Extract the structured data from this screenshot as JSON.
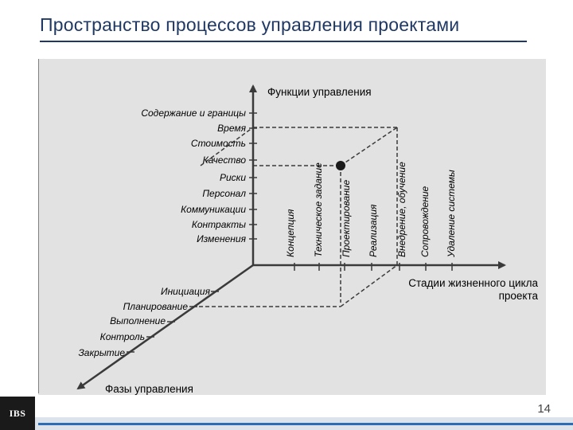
{
  "slide": {
    "title": "Пространство процессов управления проектами",
    "page_number": "14",
    "logo_text": "IBS"
  },
  "axes": {
    "vertical_title": "Функции управления",
    "horizontal_title": "Стадии жизненного цикла проекта",
    "horizontal_title_line1": "Стадии жизненного цикла",
    "horizontal_title_line2": "проекта",
    "diagonal_title": "Фазы управления"
  },
  "functions": [
    "Содержание и границы",
    "Время",
    "Стоимость",
    "Качество",
    "Риски",
    "Персонал",
    "Коммуникации",
    "Контракты",
    "Изменения"
  ],
  "stages": [
    "Концепция",
    "Техническое задание",
    "Проектирование",
    "Реализация",
    "Внедрение, обучение",
    "Сопровождение",
    "Удаление системы"
  ],
  "phases": [
    "Инициация",
    "Планирование",
    "Выполнение",
    "Контроль",
    "Закрытие"
  ],
  "colors": {
    "title": "#1f3864",
    "panel": "#e2e2e2",
    "axis": "#3a3a3a",
    "accent": "#2b6cb5"
  }
}
